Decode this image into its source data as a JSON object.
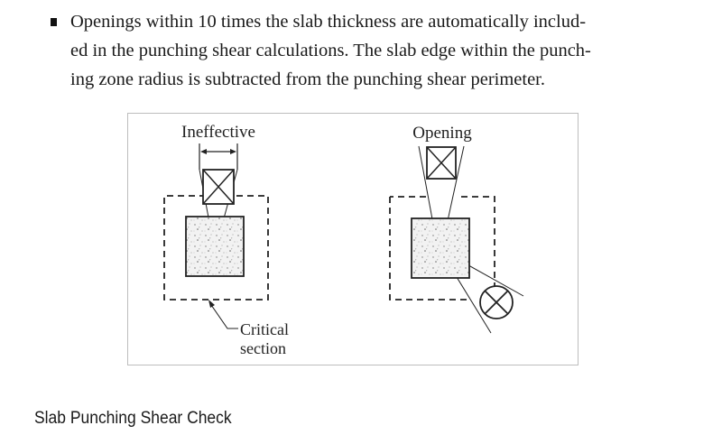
{
  "bullet": {
    "lines": [
      "Openings within 10 times the slab thickness are automatically includ-",
      "ed in the punching shear calculations. The slab edge within the punch-",
      "ing zone radius is subtracted from the punching shear perimeter."
    ]
  },
  "figure": {
    "labels": {
      "ineffective": "Ineffective",
      "opening": "Opening",
      "critical_line1": "Critical",
      "critical_line2": "section"
    }
  },
  "section": {
    "heading": "Slab Punching Shear Check"
  }
}
